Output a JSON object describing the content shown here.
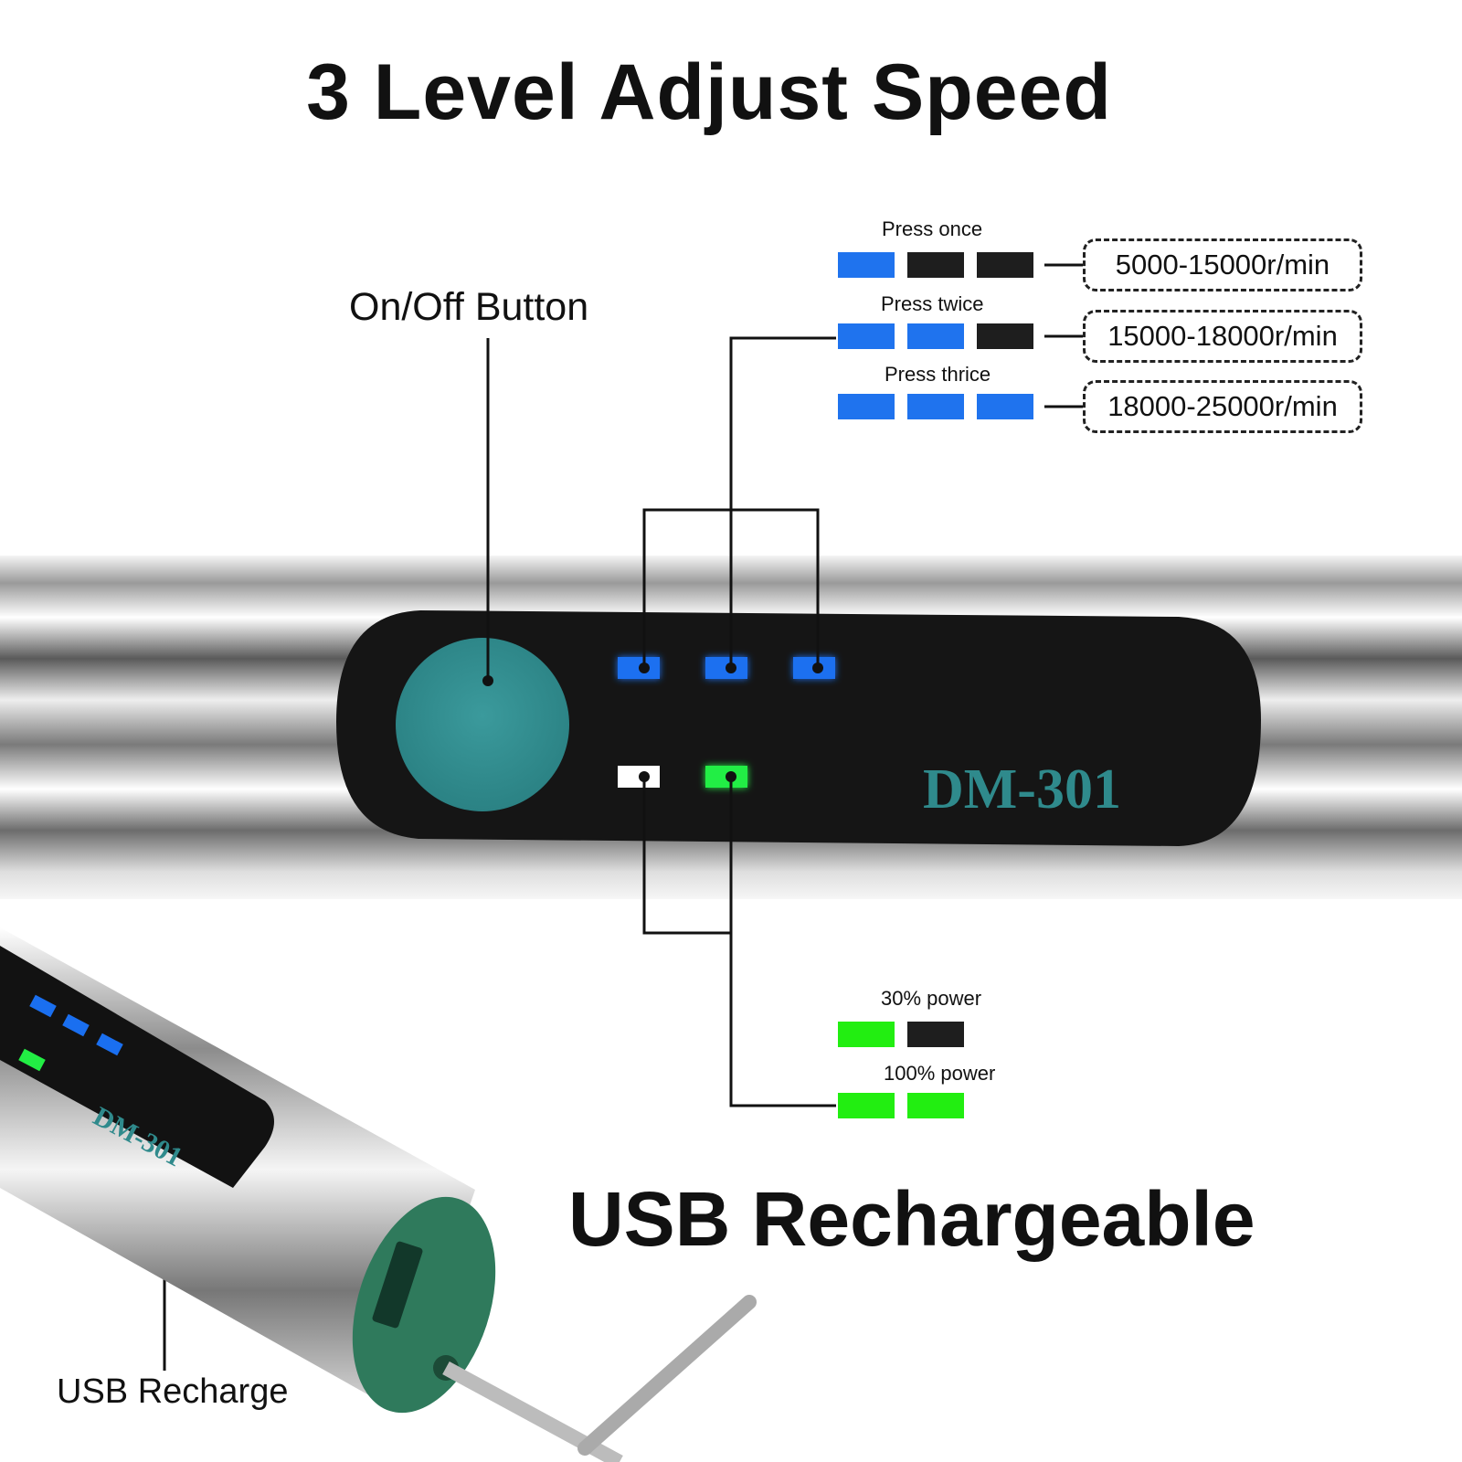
{
  "title": "3 Level Adjust Speed",
  "subtitle": "USB Rechargeable",
  "onoff_label": "On/Off Button",
  "usb_label": "USB Recharge",
  "model": "DM-301",
  "colors": {
    "blue": "#1f73ee",
    "off": "#1e1e1e",
    "green": "#22ee11",
    "teal": "#2f8a8c",
    "panel": "#161616"
  },
  "speed_levels": [
    {
      "press": "Press once",
      "lit": 1,
      "rpm": "5000-15000r/min"
    },
    {
      "press": "Press twice",
      "lit": 2,
      "rpm": "15000-18000r/min"
    },
    {
      "press": "Press thrice",
      "lit": 3,
      "rpm": "18000-25000r/min"
    }
  ],
  "power_levels": [
    {
      "label": "30% power",
      "lit": 1
    },
    {
      "label": "100% power",
      "lit": 2
    }
  ]
}
